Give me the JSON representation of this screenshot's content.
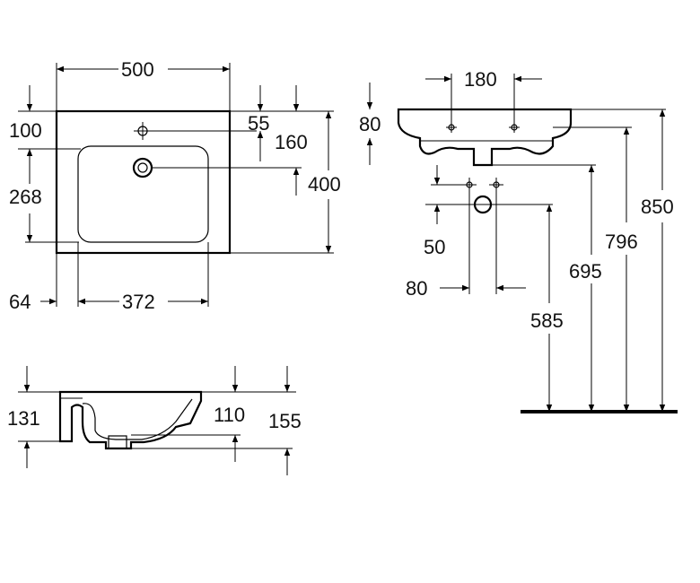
{
  "dimensions": {
    "top_view": {
      "width": "500",
      "tap_offset": "100",
      "depth_front": "55",
      "depth_rear": "160",
      "bowl_depth": "268",
      "total_depth": "400",
      "side_margin": "64",
      "bowl_width": "372"
    },
    "front_view": {
      "tap_spacing": "180",
      "rim_height": "80",
      "outlet_height": "50",
      "outlet_offset": "80",
      "height_850": "850",
      "height_796": "796",
      "height_695": "695",
      "height_585": "585"
    },
    "side_view": {
      "height": "131",
      "bowl_height": "110",
      "total_height": "155"
    }
  }
}
